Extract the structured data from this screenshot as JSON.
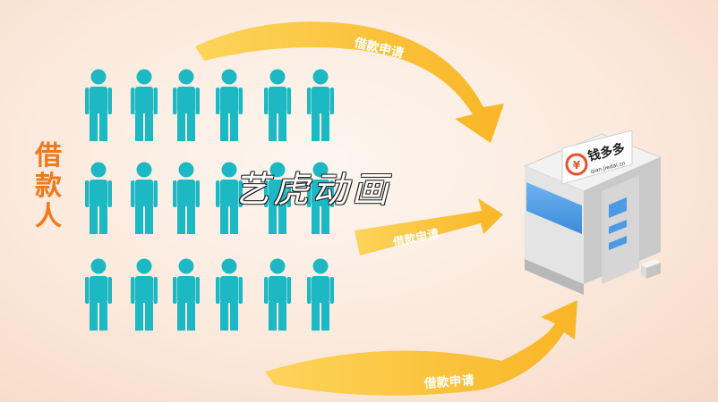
{
  "scene": {
    "title_chars": [
      "借",
      "款",
      "人"
    ],
    "watermark": "艺虎动画",
    "arrow_labels": {
      "top": "借款申请",
      "middle": "借款申请",
      "bottom": "借款申请"
    },
    "building": {
      "brand_name": "钱多多",
      "brand_url": "qian.jiedai.cn"
    },
    "people_rows": 3,
    "people_per_row": 6
  },
  "colors": {
    "person": "#1cb8c4",
    "arrow": "#fbc02d",
    "title": "#f07a1a",
    "building_blue": "#4a9ae6",
    "building_gray": "#d8d8d8"
  },
  "icons": [
    "person-icon",
    "arrow",
    "building-icon",
    "logo-icon"
  ]
}
